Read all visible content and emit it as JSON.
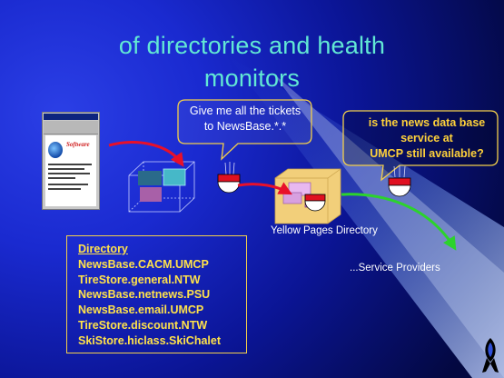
{
  "title": {
    "line1": "of  directories and health",
    "line2": "monitors"
  },
  "callouts": {
    "request": {
      "line1": "Give me all the tickets",
      "line2": "to NewsBase.*.*"
    },
    "health_check": {
      "line1": "is the news data base",
      "line2": "service at",
      "line3": "UMCP still available?"
    }
  },
  "labels": {
    "yellow_pages": "Yellow Pages Directory",
    "service_providers": "...Service Providers"
  },
  "directory": {
    "heading": "Directory",
    "entries": [
      "NewsBase.CACM.UMCP",
      "TireStore.general.NTW",
      "NewsBase.netnews.PSU",
      "NewsBase.email.UMCP",
      "TireStore.discount.NTW",
      "SkiStore.hiclass.SkiChalet"
    ]
  },
  "browser_screenshot": {
    "logo_text": "Software"
  },
  "colors": {
    "title": "#62e8d4",
    "callout_border": "#f4d04a",
    "health_text": "#ffd23a",
    "directory_text": "#ffe24a",
    "arrow_red": "#e8102a",
    "arrow_green": "#2cd32c",
    "yellow_pages_box": "#f2cf7a"
  }
}
